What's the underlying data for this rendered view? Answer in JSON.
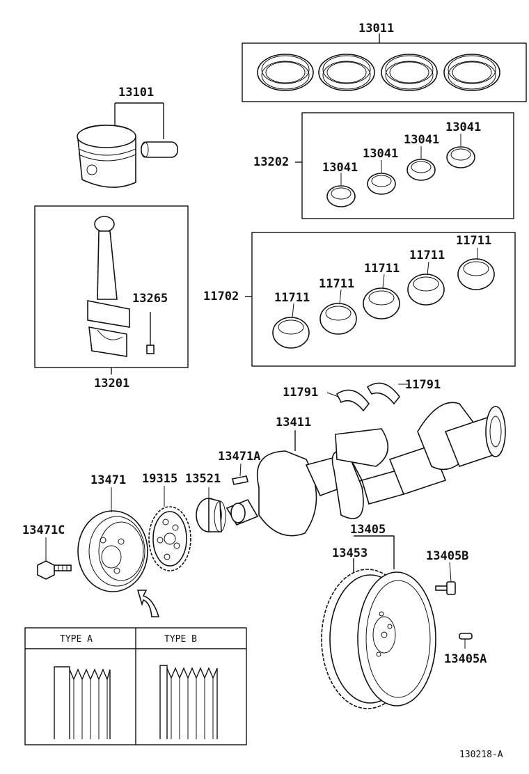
{
  "labels": {
    "p13011": "13011",
    "p13101": "13101",
    "p13202": "13202",
    "p13041_a": "13041",
    "p13041_b": "13041",
    "p13041_c": "13041",
    "p13041_d": "13041",
    "p13201": "13201",
    "p13265": "13265",
    "p11702": "11702",
    "p11711_a": "11711",
    "p11711_b": "11711",
    "p11711_c": "11711",
    "p11711_d": "11711",
    "p11711_e": "11711",
    "p11791_a": "11791",
    "p11791_b": "11791",
    "p13411": "13411",
    "p13471A": "13471A",
    "p13471": "13471",
    "p19315": "19315",
    "p13521": "13521",
    "p13471C": "13471C",
    "p13405": "13405",
    "p13453": "13453",
    "p13405B": "13405B",
    "p13405A": "13405A"
  },
  "type_table": {
    "type_a": "TYPE A",
    "type_b": "TYPE B"
  },
  "figure_id": "130218-A"
}
